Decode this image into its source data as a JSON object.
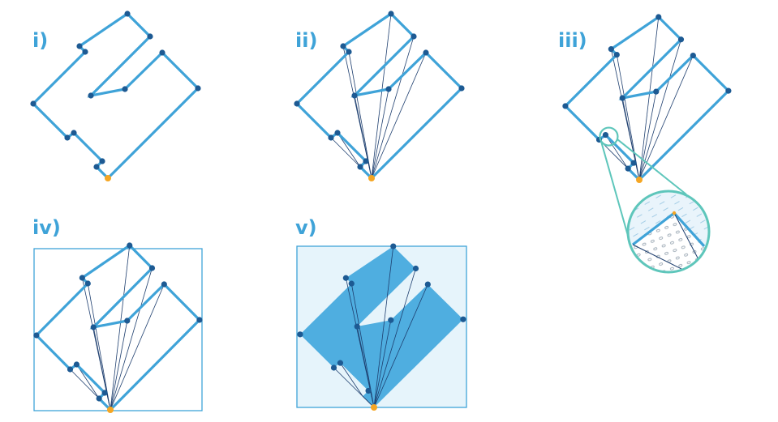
{
  "colors": {
    "outline": "#3fa3d8",
    "vertex": "#1d5a93",
    "ray": "#1e3f6f",
    "origin": "#f5a623",
    "box_stroke": "#3fa3d8",
    "box_fill": "#e6f4fb",
    "polygon_fill": "#4faee0",
    "zoom_ring": "#5ec6bb",
    "zoom_fill_inside": "#e9f4fb"
  },
  "panels": [
    {
      "label": "i)"
    },
    {
      "label": "ii)"
    },
    {
      "label": "iii)"
    },
    {
      "label": "iv)"
    },
    {
      "label": "v)"
    }
  ]
}
